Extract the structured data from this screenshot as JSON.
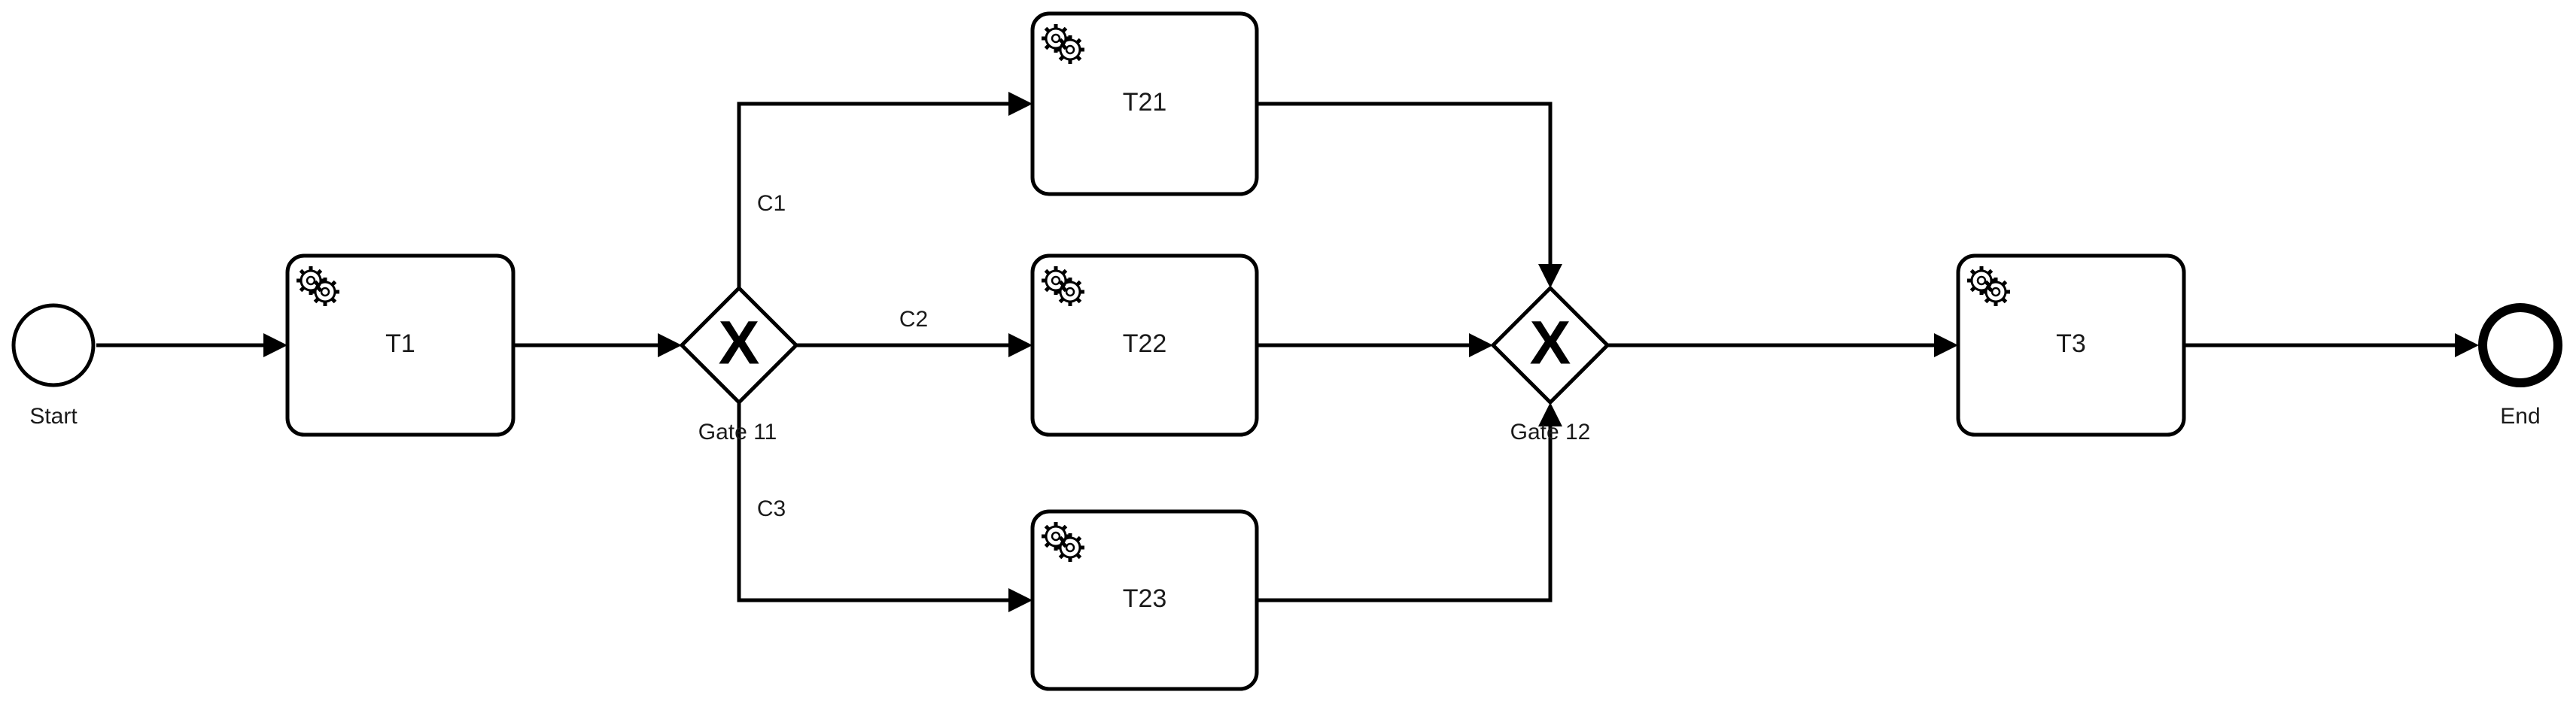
{
  "diagram": {
    "type": "BPMN process",
    "start_event": {
      "label": "Start"
    },
    "end_event": {
      "label": "End"
    },
    "tasks": {
      "t1": {
        "label": "T1",
        "icon": "gear-icon"
      },
      "t21": {
        "label": "T21",
        "icon": "gear-icon"
      },
      "t22": {
        "label": "T22",
        "icon": "gear-icon"
      },
      "t23": {
        "label": "T23",
        "icon": "gear-icon"
      },
      "t3": {
        "label": "T3",
        "icon": "gear-icon"
      }
    },
    "gateways": {
      "g11": {
        "label": "Gate 11",
        "marker": "X"
      },
      "g12": {
        "label": "Gate 12",
        "marker": "X"
      }
    },
    "conditions": {
      "c1": "C1",
      "c2": "C2",
      "c3": "C3"
    },
    "flows": [
      [
        "Start",
        "T1"
      ],
      [
        "T1",
        "Gate 11"
      ],
      [
        "Gate 11",
        "T21"
      ],
      [
        "Gate 11",
        "T22"
      ],
      [
        "Gate 11",
        "T23"
      ],
      [
        "T21",
        "Gate 12"
      ],
      [
        "T22",
        "Gate 12"
      ],
      [
        "T23",
        "Gate 12"
      ],
      [
        "Gate 12",
        "T3"
      ],
      [
        "T3",
        "End"
      ]
    ]
  }
}
